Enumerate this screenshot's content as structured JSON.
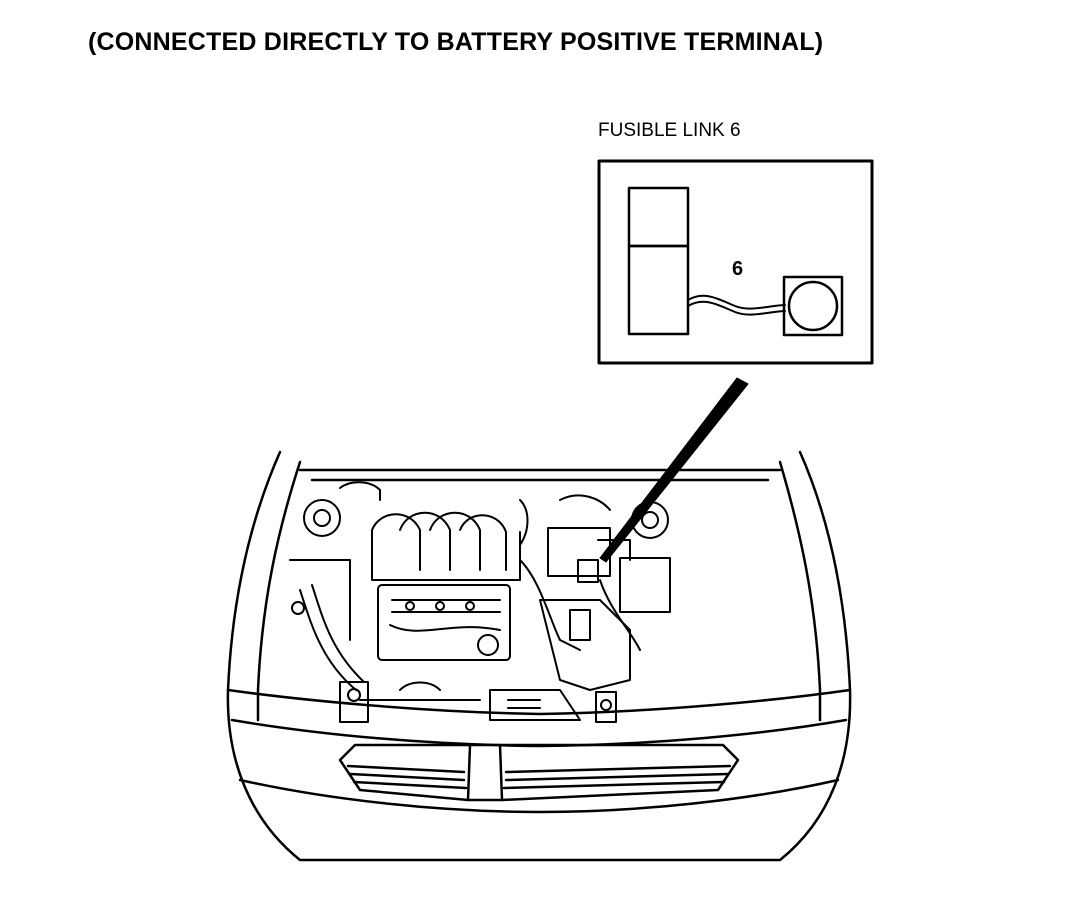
{
  "heading": "(CONNECTED DIRECTLY TO BATTERY POSITIVE TERMINAL)",
  "callout": {
    "label": "FUSIBLE LINK 6",
    "number": "6"
  },
  "colors": {
    "ink": "#000000",
    "paper": "#ffffff"
  }
}
